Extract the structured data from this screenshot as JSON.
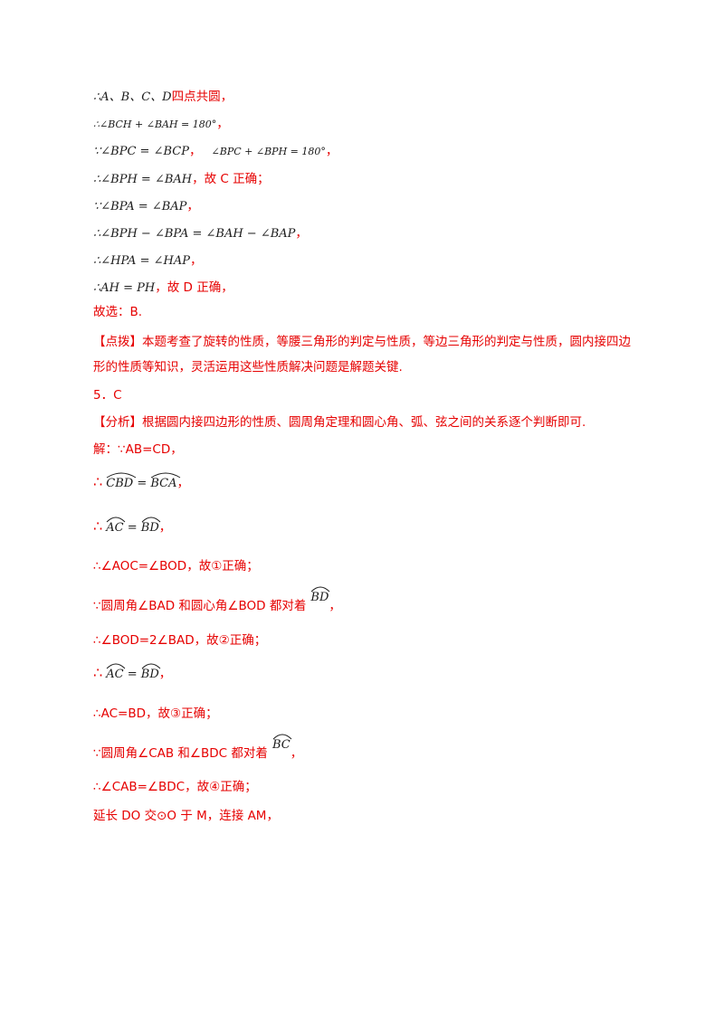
{
  "lines": {
    "l1": {
      "m": "∴A、B、C、D",
      "t": "四点共圆，"
    },
    "l2": {
      "m": "∴∠BCH + ∠BAH = 180°",
      "t": "，"
    },
    "l3": {
      "m": "∵∠BPC = ∠BCP",
      "t1": "，",
      "m2": "∠BPC + ∠BPH = 180°",
      "t2": "，"
    },
    "l4": {
      "m": "∴∠BPH = ∠BAH",
      "t": "，故 C 正确；"
    },
    "l5": {
      "m": "∵∠BPA = ∠BAP",
      "t": "，"
    },
    "l6": {
      "m": "∴∠BPH − ∠BPA = ∠BAH − ∠BAP",
      "t": "，"
    },
    "l7": {
      "m": "∴∠HPA = ∠HAP",
      "t": "，"
    },
    "l8": {
      "m": "∴AH = PH",
      "t": "，故 D 正确，"
    },
    "l9": {
      "t": "故选：B."
    },
    "l10": {
      "t": "【点拨】本题考查了旋转的性质，等腰三角形的判定与性质，等边三角形的判定与性质，圆内接四边"
    },
    "l11": {
      "t": "形的性质等知识，灵活运用这些性质解决问题是解题关键."
    },
    "l12": {
      "t": "5．C"
    },
    "l13": {
      "t": "【分析】根据圆内接四边形的性质、圆周角定理和圆心角、弧、弦之间的关系逐个判断即可."
    },
    "l14": {
      "t": "解：∵AB=CD，"
    },
    "l15": {
      "dots": "∴",
      "arc1": "CBD",
      "eq": " = ",
      "arc2": "BCA",
      "t": "，"
    },
    "l16": {
      "dots": "∴",
      "arc1": "AC",
      "eq": " = ",
      "arc2": "BD",
      "t": "，"
    },
    "l17": {
      "t": "∴∠AOC=∠BOD，故①正确；"
    },
    "l18": {
      "t": "∵圆周角∠BAD 和圆心角∠BOD 都对着",
      "arc": "BD",
      "t2": "，"
    },
    "l19": {
      "t": "∴∠BOD=2∠BAD，故②正确；"
    },
    "l20": {
      "dots": "∴",
      "arc1": "AC",
      "eq": " = ",
      "arc2": "BD",
      "t": "，"
    },
    "l21": {
      "t": "∴AC=BD，故③正确；"
    },
    "l22": {
      "t": "∵圆周角∠CAB 和∠BDC 都对着",
      "arc": "BC",
      "t2": "，"
    },
    "l23": {
      "t": "∴∠CAB=∠BDC，故④正确；"
    },
    "l24": {
      "t": "延长 DO 交⊙O 于 M，连接 AM，"
    }
  }
}
